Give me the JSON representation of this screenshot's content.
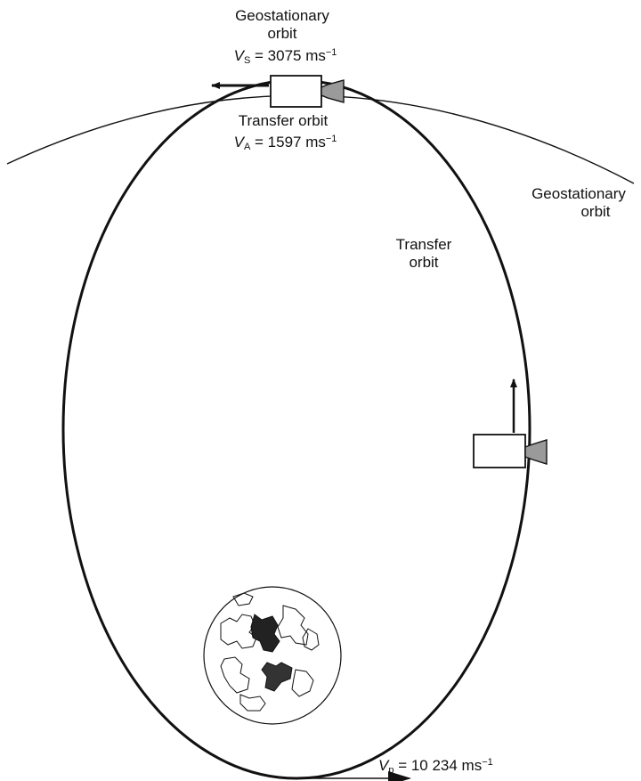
{
  "labels": {
    "top_geo_line1": "Geostationary",
    "top_geo_line2": "orbit",
    "vs_symbol": "V",
    "vs_sub": "S",
    "vs_value": " = 3075 ms",
    "vs_exp": "−1",
    "top_transfer": "Transfer orbit",
    "va_symbol": "V",
    "va_sub": "A",
    "va_value": " = 1597 ms",
    "va_exp": "−1",
    "right_geo_line1": "Geostationary",
    "right_geo_line2": "orbit",
    "mid_transfer_line1": "Transfer",
    "mid_transfer_line2": "orbit",
    "vp_symbol": "V",
    "vp_sub": "p",
    "vp_value": " = 10 234 ms",
    "vp_exp": "−1"
  },
  "colors": {
    "ink": "#111111",
    "nozzle": "#9a9a9a",
    "satellite_fill": "#ffffff"
  },
  "icons": {
    "satellite_top": "satellite-icon",
    "satellite_right": "satellite-icon",
    "earth": "earth-globe-icon"
  }
}
